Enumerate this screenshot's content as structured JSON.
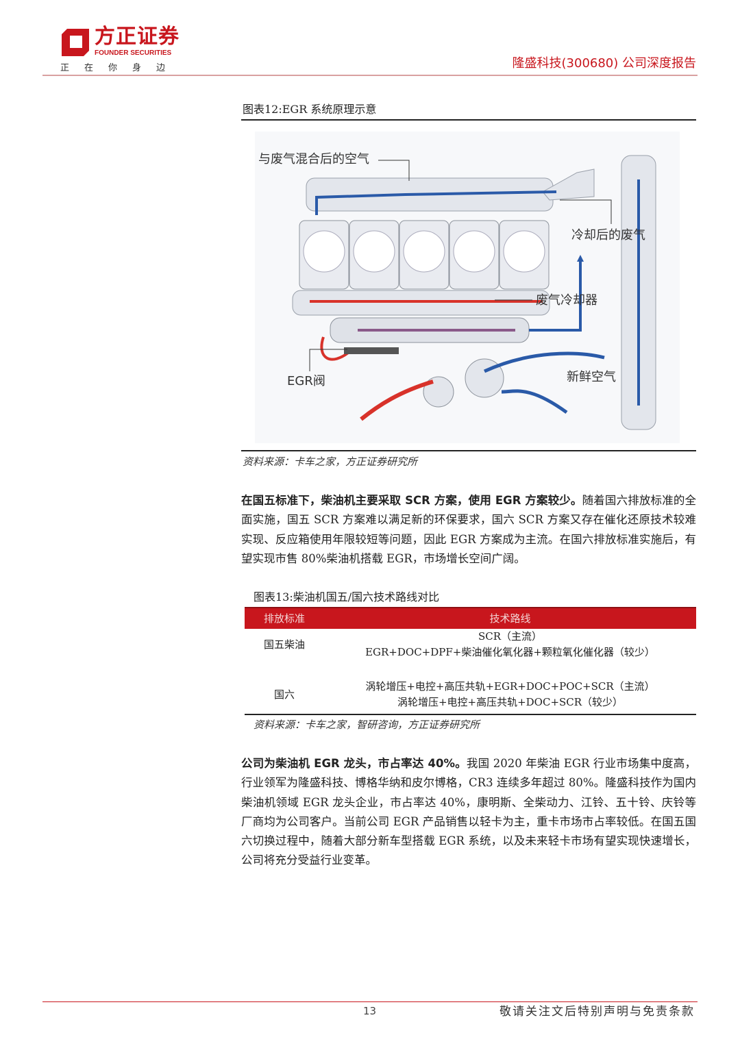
{
  "header": {
    "logo_cn": "方正证券",
    "logo_en": "FOUNDER SECURITIES",
    "slogan": "正在你身边",
    "report_title": "隆盛科技(300680) 公司深度报告"
  },
  "figure12": {
    "title": "图表12:EGR 系统原理示意",
    "labels": {
      "mixed_air": "与废气混合后的空气",
      "cooled_exhaust": "冷却后的废气",
      "exhaust_cooler": "废气冷却器",
      "egr_valve": "EGR阀",
      "fresh_air": "新鲜空气"
    },
    "source": "资料来源：卡车之家，方正证券研究所"
  },
  "para1": {
    "bold": "在国五标准下，柴油机主要采取 SCR 方案，使用 EGR 方案较少。",
    "text": "随着国六排放标准的全面实施，国五 SCR 方案难以满足新的环保要求，国六 SCR 方案又存在催化还原技术较难实现、反应箱使用年限较短等问题，因此 EGR 方案成为主流。在国六排放标准实施后，有望实现市售 80%柴油机搭载 EGR，市场增长空间广阔。"
  },
  "figure13": {
    "title": "图表13:柴油机国五/国六技术路线对比",
    "columns": [
      "排放标准",
      "技术路线"
    ],
    "rows": [
      {
        "standard": "国五柴油",
        "routes": [
          "SCR（主流）",
          "EGR+DOC+DPF+柴油催化氧化器+颗粒氧化催化器（较少）"
        ]
      },
      {
        "standard": "国六",
        "routes": [
          "涡轮增压+电控+高压共轨+EGR+DOC+POC+SCR（主流）",
          "涡轮增压+电控+高压共轨+DOC+SCR（较少）"
        ]
      }
    ],
    "source": "资料来源：卡车之家，智研咨询，方正证券研究所"
  },
  "para2": {
    "bold": "公司为柴油机 EGR 龙头，市占率达 40%。",
    "text": "我国 2020 年柴油 EGR 行业市场集中度高，行业领军为隆盛科技、博格华纳和皮尔博格，CR3 连续多年超过 80%。隆盛科技作为国内柴油机领域 EGR 龙头企业，市占率达 40%，康明斯、全柴动力、江铃、五十铃、庆铃等厂商均为公司客户。当前公司 EGR 产品销售以轻卡为主，重卡市场市占率较低。在国五国六切换过程中，随着大部分新车型搭载 EGR 系统，以及未来轻卡市场有望实现快速增长，公司将充分受益行业变革。"
  },
  "footer": {
    "page_number": "13",
    "disclaimer": "敬请关注文后特别声明与免责条款"
  },
  "colors": {
    "brand_red": "#c8161d",
    "exhaust_red": "#d8322a",
    "air_blue": "#2a5aa8"
  }
}
